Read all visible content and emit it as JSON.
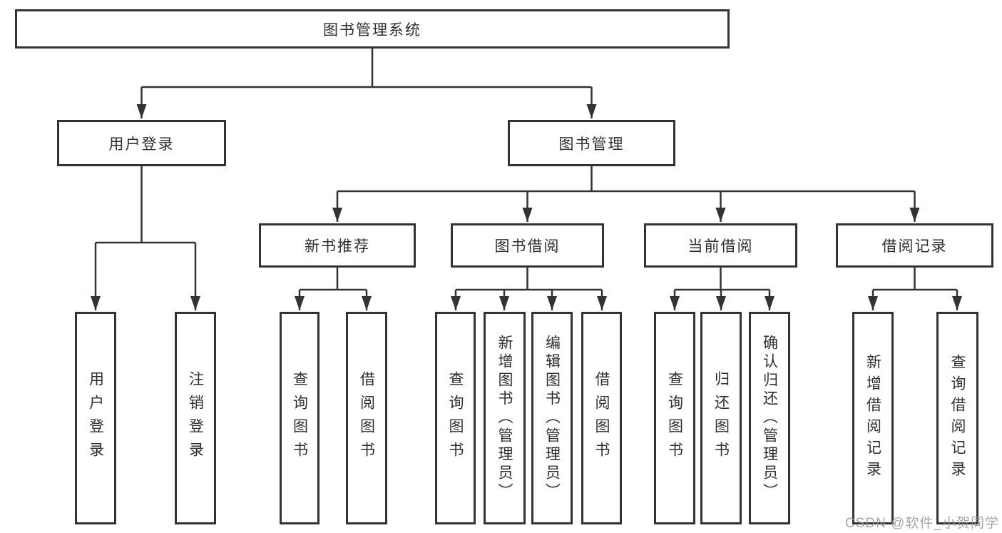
{
  "diagram": {
    "type": "hierarchy-tree",
    "root": {
      "label": "图书管理系统",
      "children": [
        {
          "label": "用户登录",
          "children": [
            {
              "label": "用户登录"
            },
            {
              "label": "注销登录"
            }
          ]
        },
        {
          "label": "图书管理",
          "children": [
            {
              "label": "新书推荐",
              "children": [
                {
                  "label": "查询图书"
                },
                {
                  "label": "借阅图书"
                }
              ]
            },
            {
              "label": "图书借阅",
              "children": [
                {
                  "label": "查询图书"
                },
                {
                  "label": "新增图书（管理员）"
                },
                {
                  "label": "编辑图书（管理员）"
                },
                {
                  "label": "借阅图书"
                }
              ]
            },
            {
              "label": "当前借阅",
              "children": [
                {
                  "label": "查询图书"
                },
                {
                  "label": "归还图书"
                },
                {
                  "label": "确认归还（管理员）"
                }
              ]
            },
            {
              "label": "借阅记录",
              "children": [
                {
                  "label": "新增借阅记录"
                },
                {
                  "label": "查询借阅记录"
                }
              ]
            }
          ]
        }
      ]
    },
    "colors": {
      "line": "#333333",
      "box_border": "#333333",
      "box_fill": "#ffffff",
      "text": "#2f2f2f",
      "watermark": "#969696",
      "background": "#ffffff"
    }
  },
  "watermark": {
    "text": "CSDN @软件_小贺同学"
  }
}
